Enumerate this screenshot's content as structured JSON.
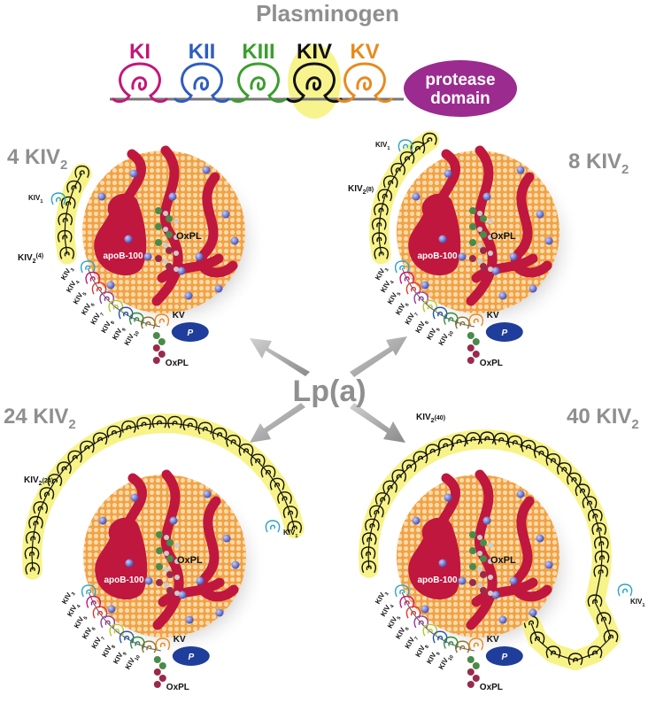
{
  "header": {
    "title": "Plasminogen",
    "kringles": [
      {
        "label": "KI",
        "color": "#c2177a"
      },
      {
        "label": "KII",
        "color": "#2f5dbf"
      },
      {
        "label": "KIII",
        "color": "#3c9e2e"
      },
      {
        "label": "KIV",
        "color": "#111111"
      },
      {
        "label": "KV",
        "color": "#e88a1e"
      }
    ],
    "protease_line1": "protease",
    "protease_line2": "domain"
  },
  "center_label": "Lp(a)",
  "isoforms": [
    {
      "title_main": "4 KIV",
      "title_sub": "2",
      "repeat_main": "KIV",
      "repeat_sub": "2",
      "repeat_count": "(4)"
    },
    {
      "title_main": "8 KIV",
      "title_sub": "2",
      "repeat_main": "KIV",
      "repeat_sub": "2",
      "repeat_count": "(8)"
    },
    {
      "title_main": "24 KIV",
      "title_sub": "2",
      "repeat_main": "KIV",
      "repeat_sub": "2",
      "repeat_count": "(24)"
    },
    {
      "title_main": "40 KIV",
      "title_sub": "2",
      "repeat_main": "KIV",
      "repeat_sub": "2",
      "repeat_count": "(40)"
    }
  ],
  "particle": {
    "apob_label": "apoB-100",
    "oxpl_label": "OxPL",
    "p_label": "P",
    "kv_label": "KV",
    "kiv_main": "KIV",
    "kiv1_sub": "1",
    "kiv_subs": [
      "3",
      "4",
      "5",
      "6",
      "7",
      "8",
      "9",
      "10"
    ]
  },
  "colors": {
    "lipid": "#f3ab50",
    "apob": "#c0173e",
    "highlight": "#f6f27a",
    "protease": "#9b2b8f",
    "p_oval": "#1f3d9a",
    "title_gray": "#8f8f8f"
  }
}
